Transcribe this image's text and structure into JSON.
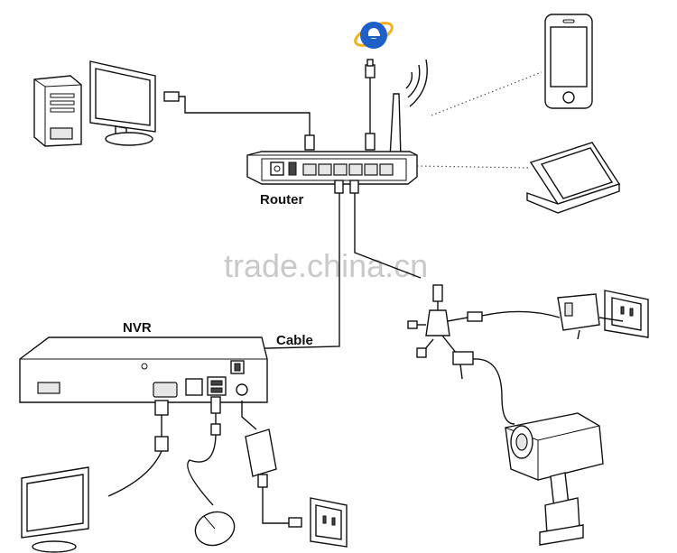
{
  "labels": {
    "router": "Router",
    "nvr": "NVR",
    "cable": "Cable"
  },
  "watermark": "trade.china.cn",
  "icons": {
    "browser": "internet-explorer-icon",
    "wifi": "wifi-signal-icon"
  },
  "colors": {
    "browser_blue": "#1e5fc8",
    "browser_ring": "#f2b01e",
    "line": "#111111",
    "watermark": "#c9c9c9"
  }
}
